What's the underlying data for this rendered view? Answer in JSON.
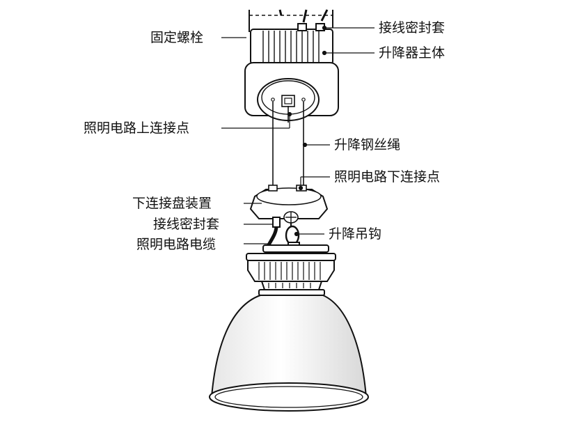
{
  "labels": {
    "fixing_bolt": "固定螺栓",
    "wiring_seal_top": "接线密封套",
    "lift_main_body": "升降器主体",
    "upper_connection_point": "照明电路上连接点",
    "lift_wire_rope": "升降钢丝绳",
    "lower_connection_point": "照明电路下连接点",
    "lower_connection_plate": "下连接盘装置",
    "wiring_seal_bottom": "接线密封套",
    "lighting_cable": "照明电路电缆",
    "lift_hook": "升降吊钩"
  },
  "colors": {
    "line": "#111111",
    "background": "#ffffff"
  }
}
